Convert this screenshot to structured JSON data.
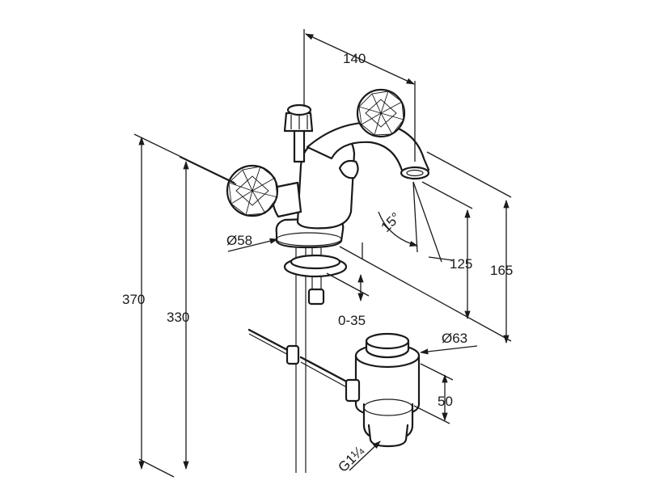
{
  "drawing": {
    "dimensions": {
      "width_140": "140",
      "angle_15": "15°",
      "diameter_58": "Ø58",
      "height_125": "125",
      "height_165": "165",
      "height_370": "370",
      "height_330": "330",
      "range_0_35": "0-35",
      "diameter_63": "Ø63",
      "height_50": "50",
      "thread_g114": "G1¼"
    }
  }
}
